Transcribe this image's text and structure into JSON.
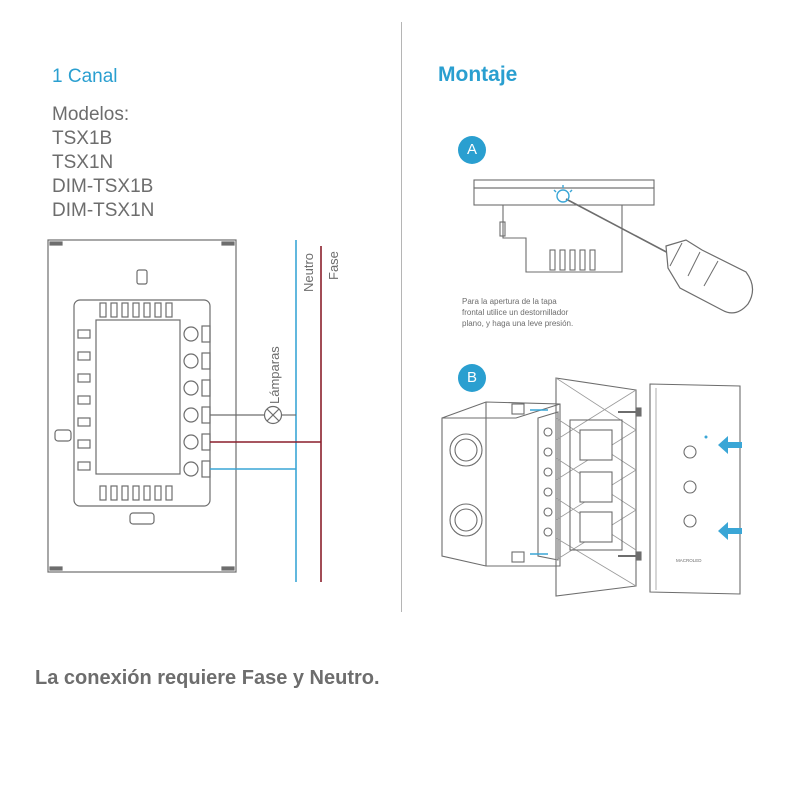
{
  "left_panel": {
    "title": "1 Canal",
    "models_heading": "Modelos:",
    "models": [
      "TSX1B",
      "TSX1N",
      "DIM-TSX1B",
      "DIM-TSX1N"
    ]
  },
  "wiring": {
    "neutral_label": "Neutro",
    "phase_label": "Fase",
    "lamps_label": "Lámparas",
    "neutral_color": "#3aa6d6",
    "phase_color": "#8a1f2c",
    "line_color": "#6d6d6d"
  },
  "right_panel": {
    "title": "Montaje",
    "step_a": "A",
    "step_b": "B",
    "note_lines": [
      "Para la apertura de la tapa",
      "frontal utilice un destornillador",
      "plano, y haga una leve presión."
    ],
    "brand": "MACROLED"
  },
  "footer": "La conexión requiere Fase y Neutro."
}
